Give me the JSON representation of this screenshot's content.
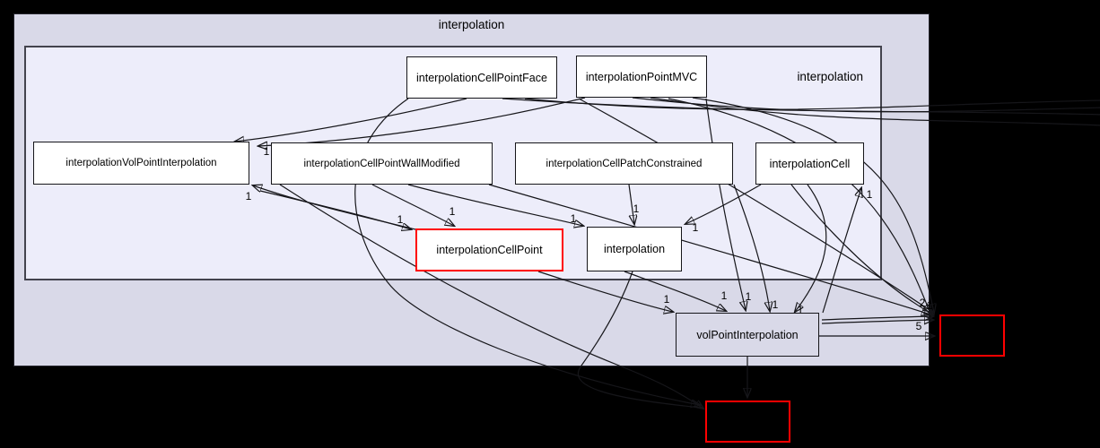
{
  "diagram": {
    "type": "directory-dependency-graph",
    "outer_cluster": {
      "label": "interpolation"
    },
    "inner_cluster": {
      "label": "interpolation"
    },
    "nodes": {
      "cellPointFace": {
        "label": "interpolationCellPointFace"
      },
      "pointMVC": {
        "label": "interpolationPointMVC"
      },
      "volPointInterp": {
        "label": "interpolationVolPointInterpolation"
      },
      "cellPointWallModified": {
        "label": "interpolationCellPointWallModified"
      },
      "cellPatchConstrained": {
        "label": "interpolationCellPatchConstrained"
      },
      "cell": {
        "label": "interpolationCell"
      },
      "cellPoint": {
        "label": "interpolationCellPoint"
      },
      "interpolation": {
        "label": "interpolation"
      },
      "volPointInterpolation": {
        "label": "volPointInterpolation"
      },
      "externalRight": {
        "label": ""
      },
      "externalBottom": {
        "label": ""
      }
    },
    "edge_labels": {
      "cpf_vpi": "1",
      "mvc_vpi": "1",
      "cp_vpi": "1",
      "vpi_cp": "1",
      "wm_cp": "1",
      "wm_interp": "1",
      "cpc_interp": "1",
      "cell_interp": "1",
      "vp_cell": "1",
      "cp_vp": "1",
      "interp_vp": "1",
      "mvc_vp": "1",
      "cpc_vp": "1",
      "cell_vp": "1",
      "vp_ext": "5",
      "conv_a": "2",
      "conv_b": "1"
    },
    "colors": {
      "page_bg": "#000000",
      "outer_cluster_bg": "#d9d9e8",
      "inner_cluster_bg": "#ededfa",
      "node_bg": "#ffffff",
      "node_border": "#16161a",
      "red_node_border": "#ff0000",
      "edge": "#16161a"
    }
  }
}
